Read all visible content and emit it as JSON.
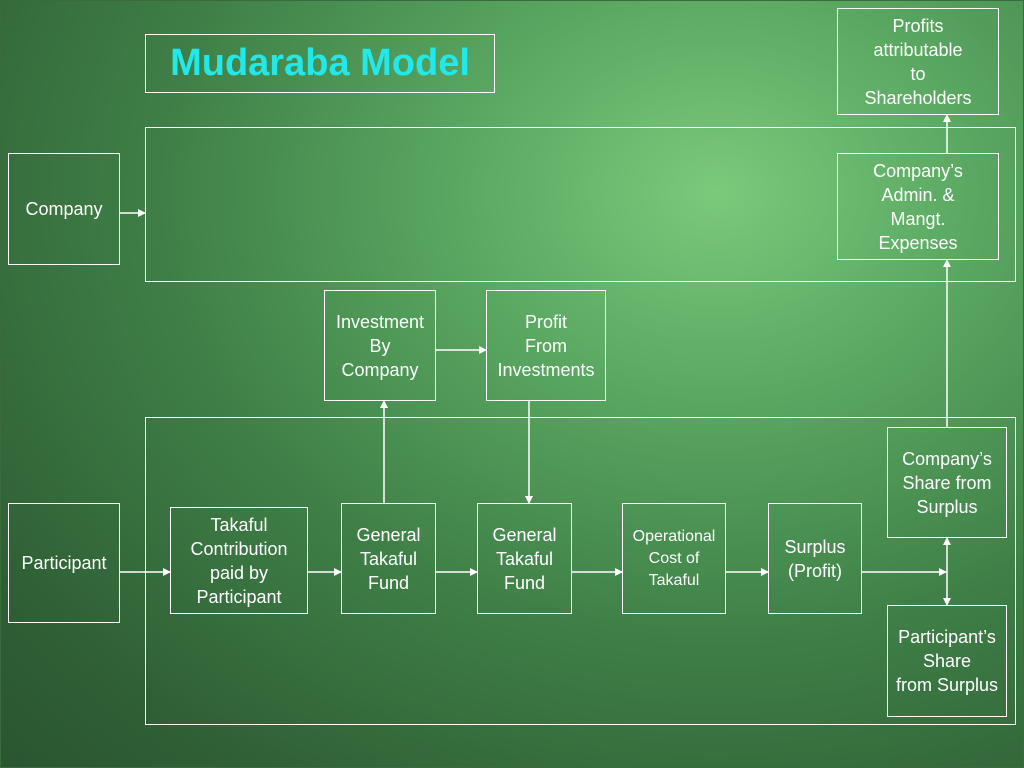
{
  "title": "Mudaraba Model",
  "nodes": {
    "company": "Company",
    "participant": "Participant",
    "profits_shareholders": "Profits\nattributable\nto\nShareholders",
    "admin_expenses": "Company’s\nAdmin. &\nMangt.\nExpenses",
    "investment_by_company": "Investment\nBy\nCompany",
    "profit_from_investments": "Profit\nFrom\nInvestments",
    "takaful_contribution": "Takaful\nContribution\npaid by\nParticipant",
    "general_takaful_fund_1": "General\nTakaful\nFund",
    "general_takaful_fund_2": "General\nTakaful\nFund",
    "operational_cost": "Operational\nCost of\nTakaful",
    "surplus_profit": "Surplus\n(Profit)",
    "company_share_surplus": "Company’s\nShare from\nSurplus",
    "participant_share_surplus": "Participant’s\nShare\nfrom Surplus"
  },
  "colors": {
    "title": "#22e8e8",
    "lines": "#ffffff",
    "background_light": "#7cc97c",
    "background_dark": "#2a5530"
  }
}
